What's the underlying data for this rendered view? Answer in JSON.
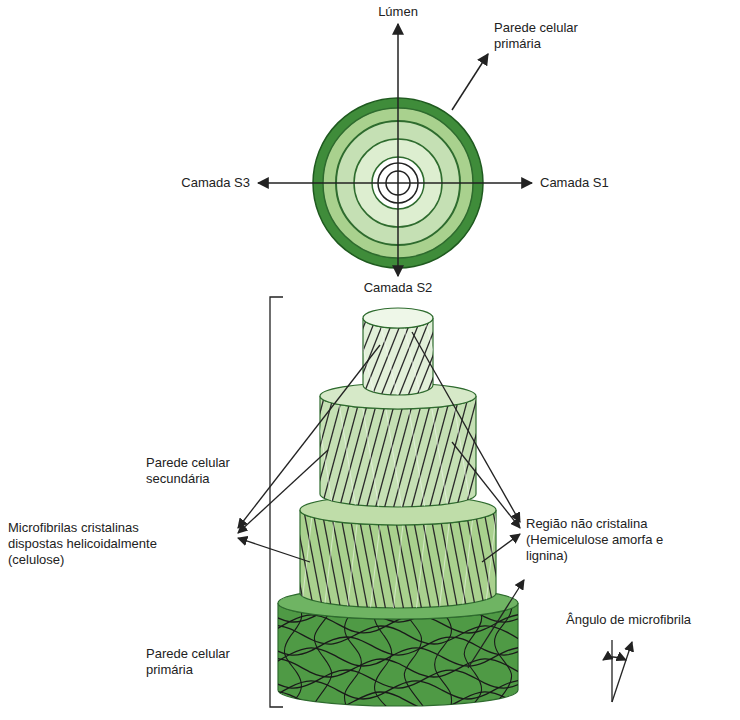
{
  "diagram": {
    "labels": [
      "Lúmen",
      "Parede celular primária",
      "Camada S3",
      "Camada S1",
      "Camada S2",
      "Parede celular secundária",
      "Microfibrilas cristalinas dispostas helicoidalmente (celulose)",
      "Região não cristalina (Hemicelulose amorfa e lignina)",
      "Ângulo de microfibrila",
      "Parede celular primária"
    ]
  }
}
